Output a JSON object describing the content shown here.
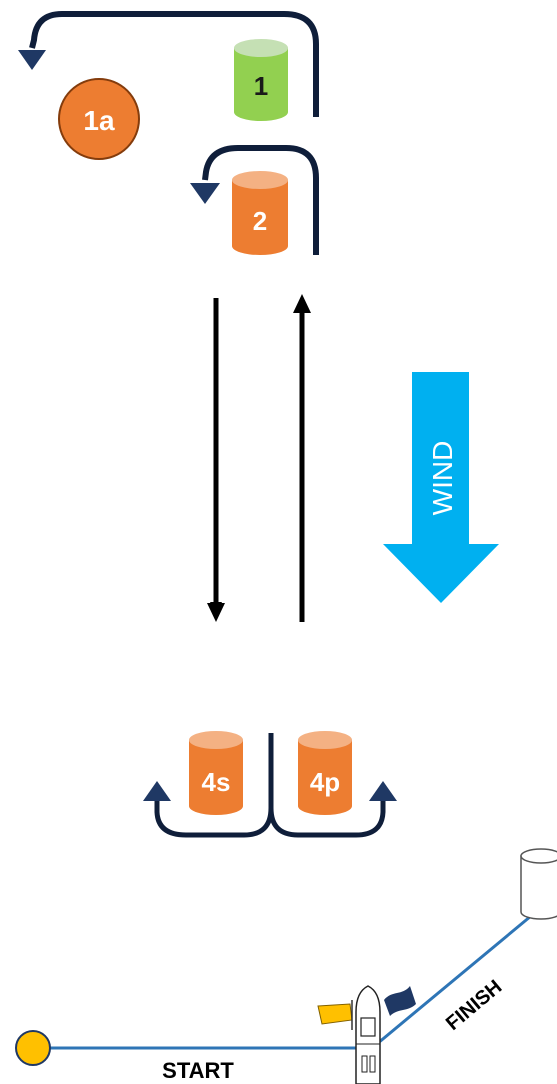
{
  "marks": {
    "m1": "1",
    "m1a": "1a",
    "m2": "2",
    "m4s": "4s",
    "m4p": "4p"
  },
  "labels": {
    "wind": "WIND",
    "start": "START",
    "finish": "FINISH"
  },
  "colors": {
    "green_mark": "#92d050",
    "orange_mark": "#ed7d31",
    "wind_arrow": "#00b0f0",
    "course_line": "#1f3864",
    "start_line": "#2e75b6",
    "start_buoy": "#ffc000"
  }
}
